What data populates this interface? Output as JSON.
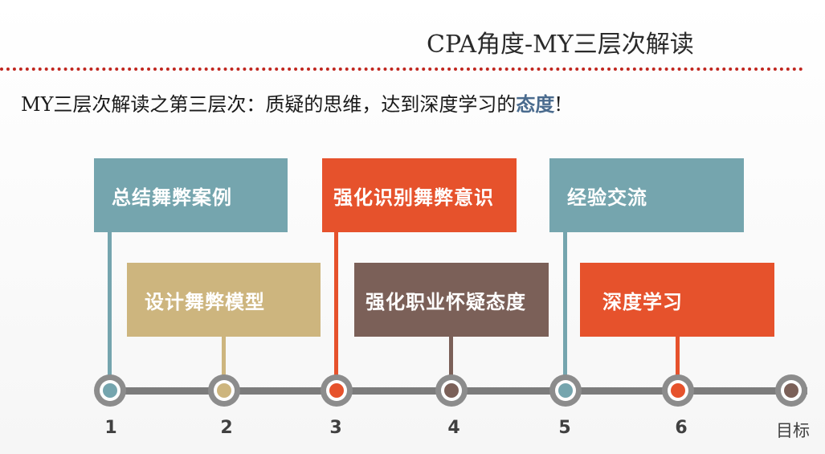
{
  "header": {
    "title": "CPA角度-MY三层次解读",
    "subtitle_main": "MY三层次解读之第三层次：质疑的思维，达到深度学习的",
    "subtitle_highlight": "态度",
    "subtitle_end": "!"
  },
  "colors": {
    "teal": "#75a5ae",
    "tan": "#cdb57e",
    "orange": "#e6522c",
    "brown": "#7b6058",
    "gray": "#8c8c8c",
    "rule_red": "#c0261f",
    "highlight_blue": "#4a6b8e"
  },
  "boxes": [
    {
      "label": "总结舞弊案例",
      "color": "teal"
    },
    {
      "label": "设计舞弊模型",
      "color": "tan"
    },
    {
      "label": "强化识别舞弊意识",
      "color": "orange"
    },
    {
      "label": "强化职业怀疑态度",
      "color": "brown"
    },
    {
      "label": "经验交流",
      "color": "teal"
    },
    {
      "label": "深度学习",
      "color": "orange"
    }
  ],
  "timeline": {
    "steps": [
      "1",
      "2",
      "3",
      "4",
      "5",
      "6",
      "目标"
    ]
  }
}
